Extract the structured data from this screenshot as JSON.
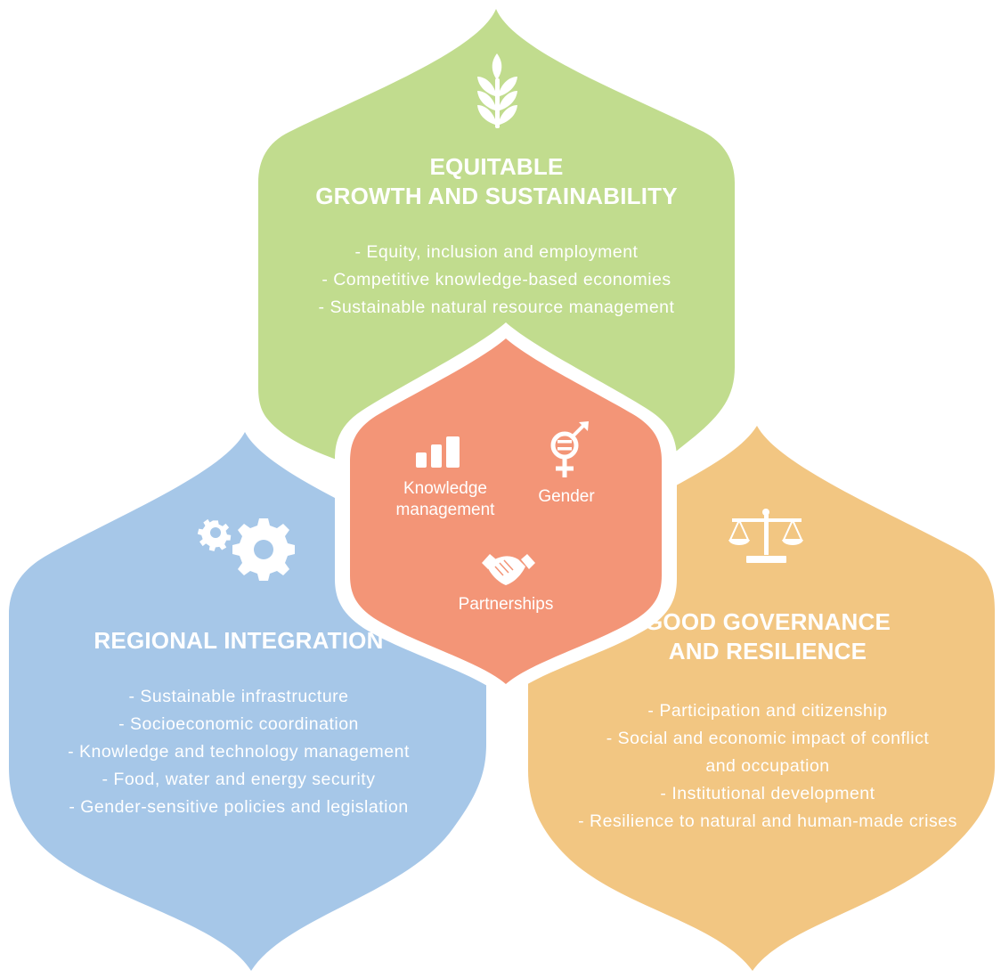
{
  "colors": {
    "green": "#c1dc8e",
    "blue": "#a6c7e8",
    "orange": "#f2c682",
    "coral": "#f39577",
    "text": "#ffffff"
  },
  "growth": {
    "icon": "wheat-icon",
    "title_line1": "EQUITABLE",
    "title_line2": "GROWTH AND SUSTAINABILITY",
    "items": [
      "- Equity, inclusion and employment",
      "- Competitive knowledge-based economies",
      "- Sustainable natural resource management"
    ]
  },
  "regional": {
    "icon": "gears-icon",
    "title": "REGIONAL INTEGRATION",
    "items": [
      "- Sustainable infrastructure",
      "- Socioeconomic coordination",
      "- Knowledge and technology management",
      "- Food, water and energy security",
      "- Gender-sensitive policies and legislation"
    ]
  },
  "governance": {
    "icon": "scales-icon",
    "title_line1": "GOOD GOVERNANCE",
    "title_line2": "AND RESILIENCE",
    "items": [
      "- Participation and citizenship",
      "- Social and economic impact of conflict",
      "and occupation",
      "- Institutional development",
      "- Resilience to natural and human-made crises"
    ]
  },
  "center": {
    "knowledge": {
      "icon": "bar-chart-icon",
      "line1": "Knowledge",
      "line2": "management"
    },
    "gender": {
      "icon": "gender-equality-icon",
      "label": "Gender"
    },
    "partnerships": {
      "icon": "handshake-icon",
      "label": "Partnerships"
    }
  }
}
